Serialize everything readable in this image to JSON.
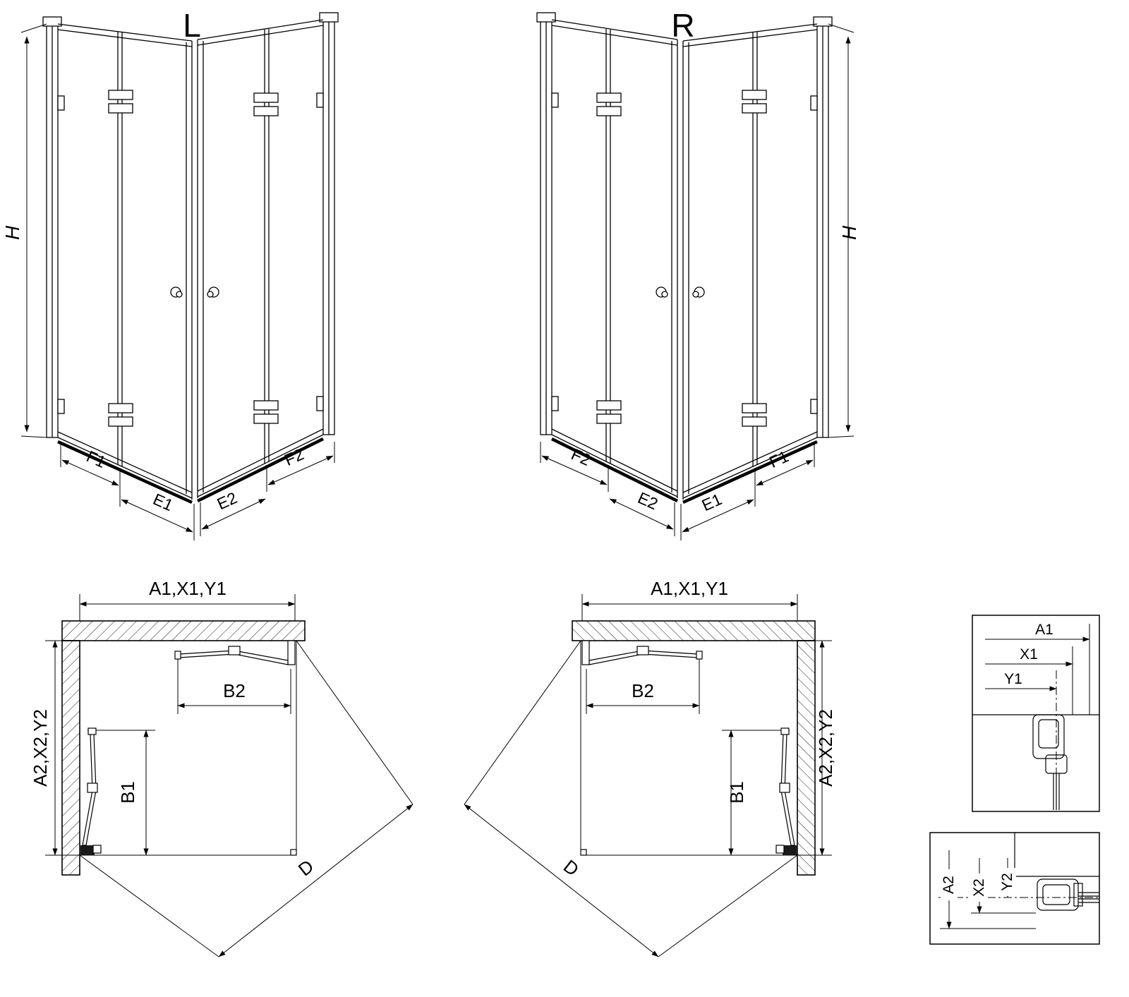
{
  "colors": {
    "line": "#000000",
    "background": "#ffffff"
  },
  "axon_left": {
    "title": "L",
    "height_label": "H",
    "dims": {
      "f1": "F1",
      "e1": "E1",
      "e2": "E2",
      "f2": "F2"
    }
  },
  "axon_right": {
    "title": "R",
    "height_label": "H",
    "dims": {
      "f2": "F2",
      "e2": "E2",
      "e1": "E1",
      "f1": "F1"
    }
  },
  "plan_left": {
    "width_label": "A1,X1,Y1",
    "depth_label": "A2,X2,Y2",
    "door_top_label": "B2",
    "door_side_label": "B1",
    "diagonal_label": "D"
  },
  "plan_right": {
    "width_label": "A1,X1,Y1",
    "depth_label": "A2,X2,Y2",
    "door_top_label": "B2",
    "door_side_label": "B1",
    "diagonal_label": "D"
  },
  "detail_horizontal": {
    "labels": [
      "A1",
      "X1",
      "Y1"
    ]
  },
  "detail_vertical": {
    "labels": [
      "A2",
      "X2",
      "Y2"
    ]
  }
}
